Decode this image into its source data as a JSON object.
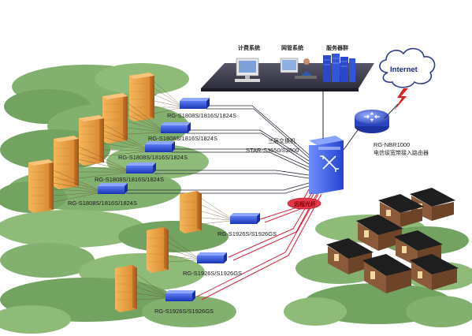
{
  "top_labels": {
    "billing": "计费系统",
    "network_mgmt": "网管系统",
    "servers": "服务器群"
  },
  "internet_label": "Internet",
  "router": {
    "model": "RG-NBR1000",
    "desc": "电信级宽带接入路由器"
  },
  "core_switch": {
    "name": "三层交换机",
    "model": "STAR-S3550/S2800"
  },
  "fiber_label": "远程光纤",
  "access_switches": [
    {
      "label": "RG-S1808S/1816S/1824S"
    },
    {
      "label": "RG-S1808S/1816S/1824S"
    },
    {
      "label": "RG-S1808S/1816S/1824S"
    },
    {
      "label": "RG-S1808S/1816S/1824S"
    },
    {
      "label": "RG-S1808S/1816S/1824S"
    }
  ],
  "remote_switches": [
    {
      "label": "RG-S1926S/S1926GS"
    },
    {
      "label": "RG-S1926S/S1926GS"
    },
    {
      "label": "RG-S1926S/S1926GS"
    }
  ],
  "colors": {
    "platform": "#3a3a4a",
    "building": "#e59a3c",
    "switch": "#2c4bd8",
    "fiber": "#d1253a",
    "house_roof": "#1e1e1e",
    "house_wall": "#8a5a3a",
    "tree": "#4e8a3a"
  }
}
